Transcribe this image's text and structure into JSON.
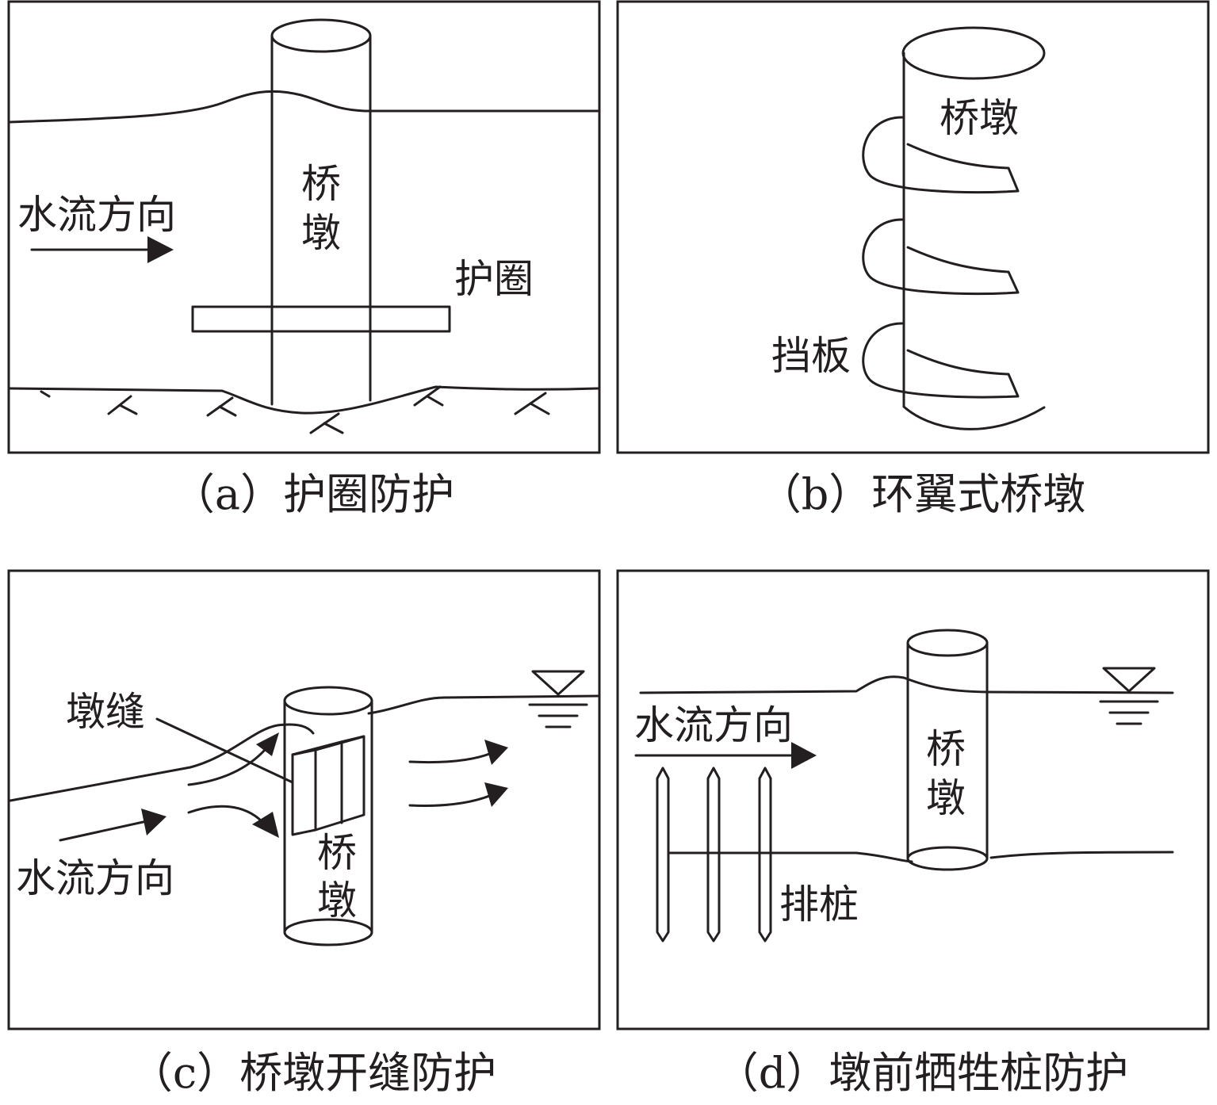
{
  "panels": {
    "a": {
      "caption": "（a）护圈防护",
      "flow_label": "水流方向",
      "pier_label_1": "桥",
      "pier_label_2": "墩",
      "ring_label": "护圈"
    },
    "b": {
      "caption": "（b）环翼式桥墩",
      "pier_label": "桥墩",
      "baffle_label": "挡板"
    },
    "c": {
      "caption": "（c）桥墩开缝防护",
      "slot_label": "墩缝",
      "flow_label": "水流方向",
      "pier_label_1": "桥",
      "pier_label_2": "墩"
    },
    "d": {
      "caption": "（d）墩前牺牲桩防护",
      "flow_label": "水流方向",
      "pier_label_1": "桥",
      "pier_label_2": "墩",
      "piles_label": "排桩"
    }
  }
}
